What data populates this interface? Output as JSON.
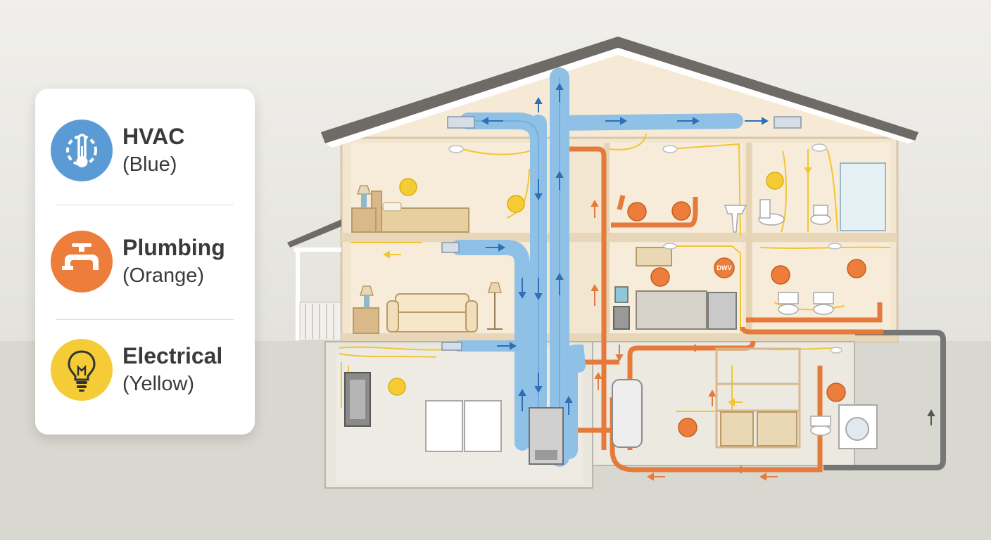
{
  "legend": {
    "items": [
      {
        "name": "HVAC",
        "color_label": "(Blue)",
        "icon": "thermometer-gear-icon",
        "color": "#5b9bd5"
      },
      {
        "name": "Plumbing",
        "color_label": "(Orange)",
        "icon": "faucet-icon",
        "color": "#ec7d3a"
      },
      {
        "name": "Electrical",
        "color_label": "(Yellow)",
        "icon": "light-bulb-icon",
        "color": "#f5cc35"
      }
    ]
  },
  "diagram": {
    "dwv_label": "DWV",
    "colors": {
      "hvac": "#8fc0e6",
      "plumbing": "#e57a3a",
      "electrical": "#f2c532",
      "drain": "#767676"
    }
  }
}
